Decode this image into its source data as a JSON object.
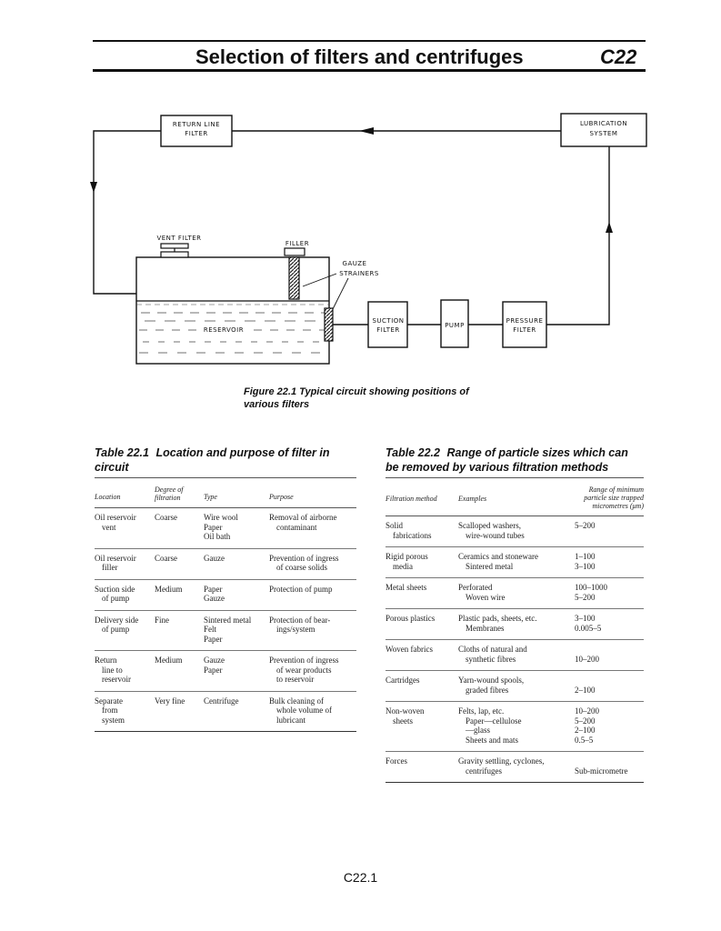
{
  "header": {
    "title": "Selection of filters and centrifuges",
    "code": "C22"
  },
  "diagram": {
    "return_line_filter": [
      "RETURN LINE",
      "FILTER"
    ],
    "lubrication_system": [
      "LUBRICATION",
      "SYSTEM"
    ],
    "vent_filter": "VENT FILTER",
    "filler": "FILLER",
    "gauze_strainers": [
      "GAUZE",
      "STRAINERS"
    ],
    "reservoir": "RESERVOIR",
    "suction_filter": [
      "SUCTION",
      "FILTER"
    ],
    "pump": "PUMP",
    "pressure_filter": [
      "PRESSURE",
      "FILTER"
    ]
  },
  "figure_caption": {
    "number": "Figure 22.1",
    "text_1": "Typical circuit showing positions of",
    "text_2": "various filters"
  },
  "table1": {
    "number": "Table 22.1",
    "title_1": "Location and purpose of filter in",
    "title_2": "circuit",
    "headers": [
      "Location",
      "Degree of",
      "filtration",
      "Type",
      "Purpose"
    ],
    "rows": [
      {
        "location": [
          "Oil reservoir",
          "vent"
        ],
        "degree": "Coarse",
        "type": [
          "Wire wool",
          "Paper",
          "Oil bath"
        ],
        "purpose": [
          "Removal of airborne",
          "contaminant"
        ]
      },
      {
        "location": [
          "Oil reservoir",
          "filler"
        ],
        "degree": "Coarse",
        "type": [
          "Gauze"
        ],
        "purpose": [
          "Prevention of ingress",
          "of coarse solids"
        ]
      },
      {
        "location": [
          "Suction side",
          "of pump"
        ],
        "degree": "Medium",
        "type": [
          "Paper",
          "Gauze"
        ],
        "purpose": [
          "Protection of pump"
        ]
      },
      {
        "location": [
          "Delivery side",
          "of pump"
        ],
        "degree": "Fine",
        "type": [
          "Sintered metal",
          "Felt",
          "Paper"
        ],
        "purpose": [
          "Protection of bear-",
          "ings/system"
        ]
      },
      {
        "location": [
          "Return",
          "line to",
          "reservoir"
        ],
        "degree": "Medium",
        "type": [
          "Gauze",
          "Paper"
        ],
        "purpose": [
          "Prevention of ingress",
          "of wear products",
          "to reservoir"
        ]
      },
      {
        "location": [
          "Separate",
          "from",
          "system"
        ],
        "degree": "Very fine",
        "type": [
          "Centrifuge"
        ],
        "purpose": [
          "Bulk cleaning of",
          "whole volume of",
          "lubricant"
        ]
      }
    ]
  },
  "table2": {
    "number": "Table 22.2",
    "title_1": "Range of particle sizes which can",
    "title_2": "be removed by various filtration methods",
    "headers": [
      "Filtration method",
      "Examples",
      "Range of minimum",
      "particle size trapped",
      "micrometres (μm)"
    ],
    "rows": [
      {
        "method": [
          "Solid",
          "fabrications"
        ],
        "examples": [
          "Scalloped washers,",
          "wire-wound tubes"
        ],
        "range": [
          "5–200"
        ]
      },
      {
        "method": [
          "Rigid porous",
          "media"
        ],
        "examples": [
          "Ceramics and stoneware",
          "Sintered metal"
        ],
        "range": [
          "1–100",
          "3–100"
        ]
      },
      {
        "method": [
          "Metal sheets"
        ],
        "examples": [
          "Perforated",
          "Woven wire"
        ],
        "range": [
          "100–1000",
          "5–200"
        ]
      },
      {
        "method": [
          "Porous plastics"
        ],
        "examples": [
          "Plastic pads, sheets, etc.",
          "Membranes"
        ],
        "range": [
          "3–100",
          "0.005–5"
        ]
      },
      {
        "method": [
          "Woven fabrics"
        ],
        "examples": [
          "Cloths of natural and",
          "synthetic fibres"
        ],
        "range": [
          "",
          "10–200"
        ]
      },
      {
        "method": [
          "Cartridges"
        ],
        "examples": [
          "Yarn-wound spools,",
          "graded fibres"
        ],
        "range": [
          "",
          "2–100"
        ]
      },
      {
        "method": [
          "Non-woven",
          "sheets"
        ],
        "examples": [
          "Felts, lap, etc.",
          "Paper—cellulose",
          "—glass",
          "Sheets and mats"
        ],
        "range": [
          "10–200",
          "5–200",
          "2–100",
          "0.5–5"
        ]
      },
      {
        "method": [
          "Forces"
        ],
        "examples": [
          "Gravity settling, cyclones,",
          "centrifuges"
        ],
        "range": [
          "",
          "Sub-micrometre"
        ]
      }
    ]
  },
  "footer": {
    "page": "C22.1"
  }
}
